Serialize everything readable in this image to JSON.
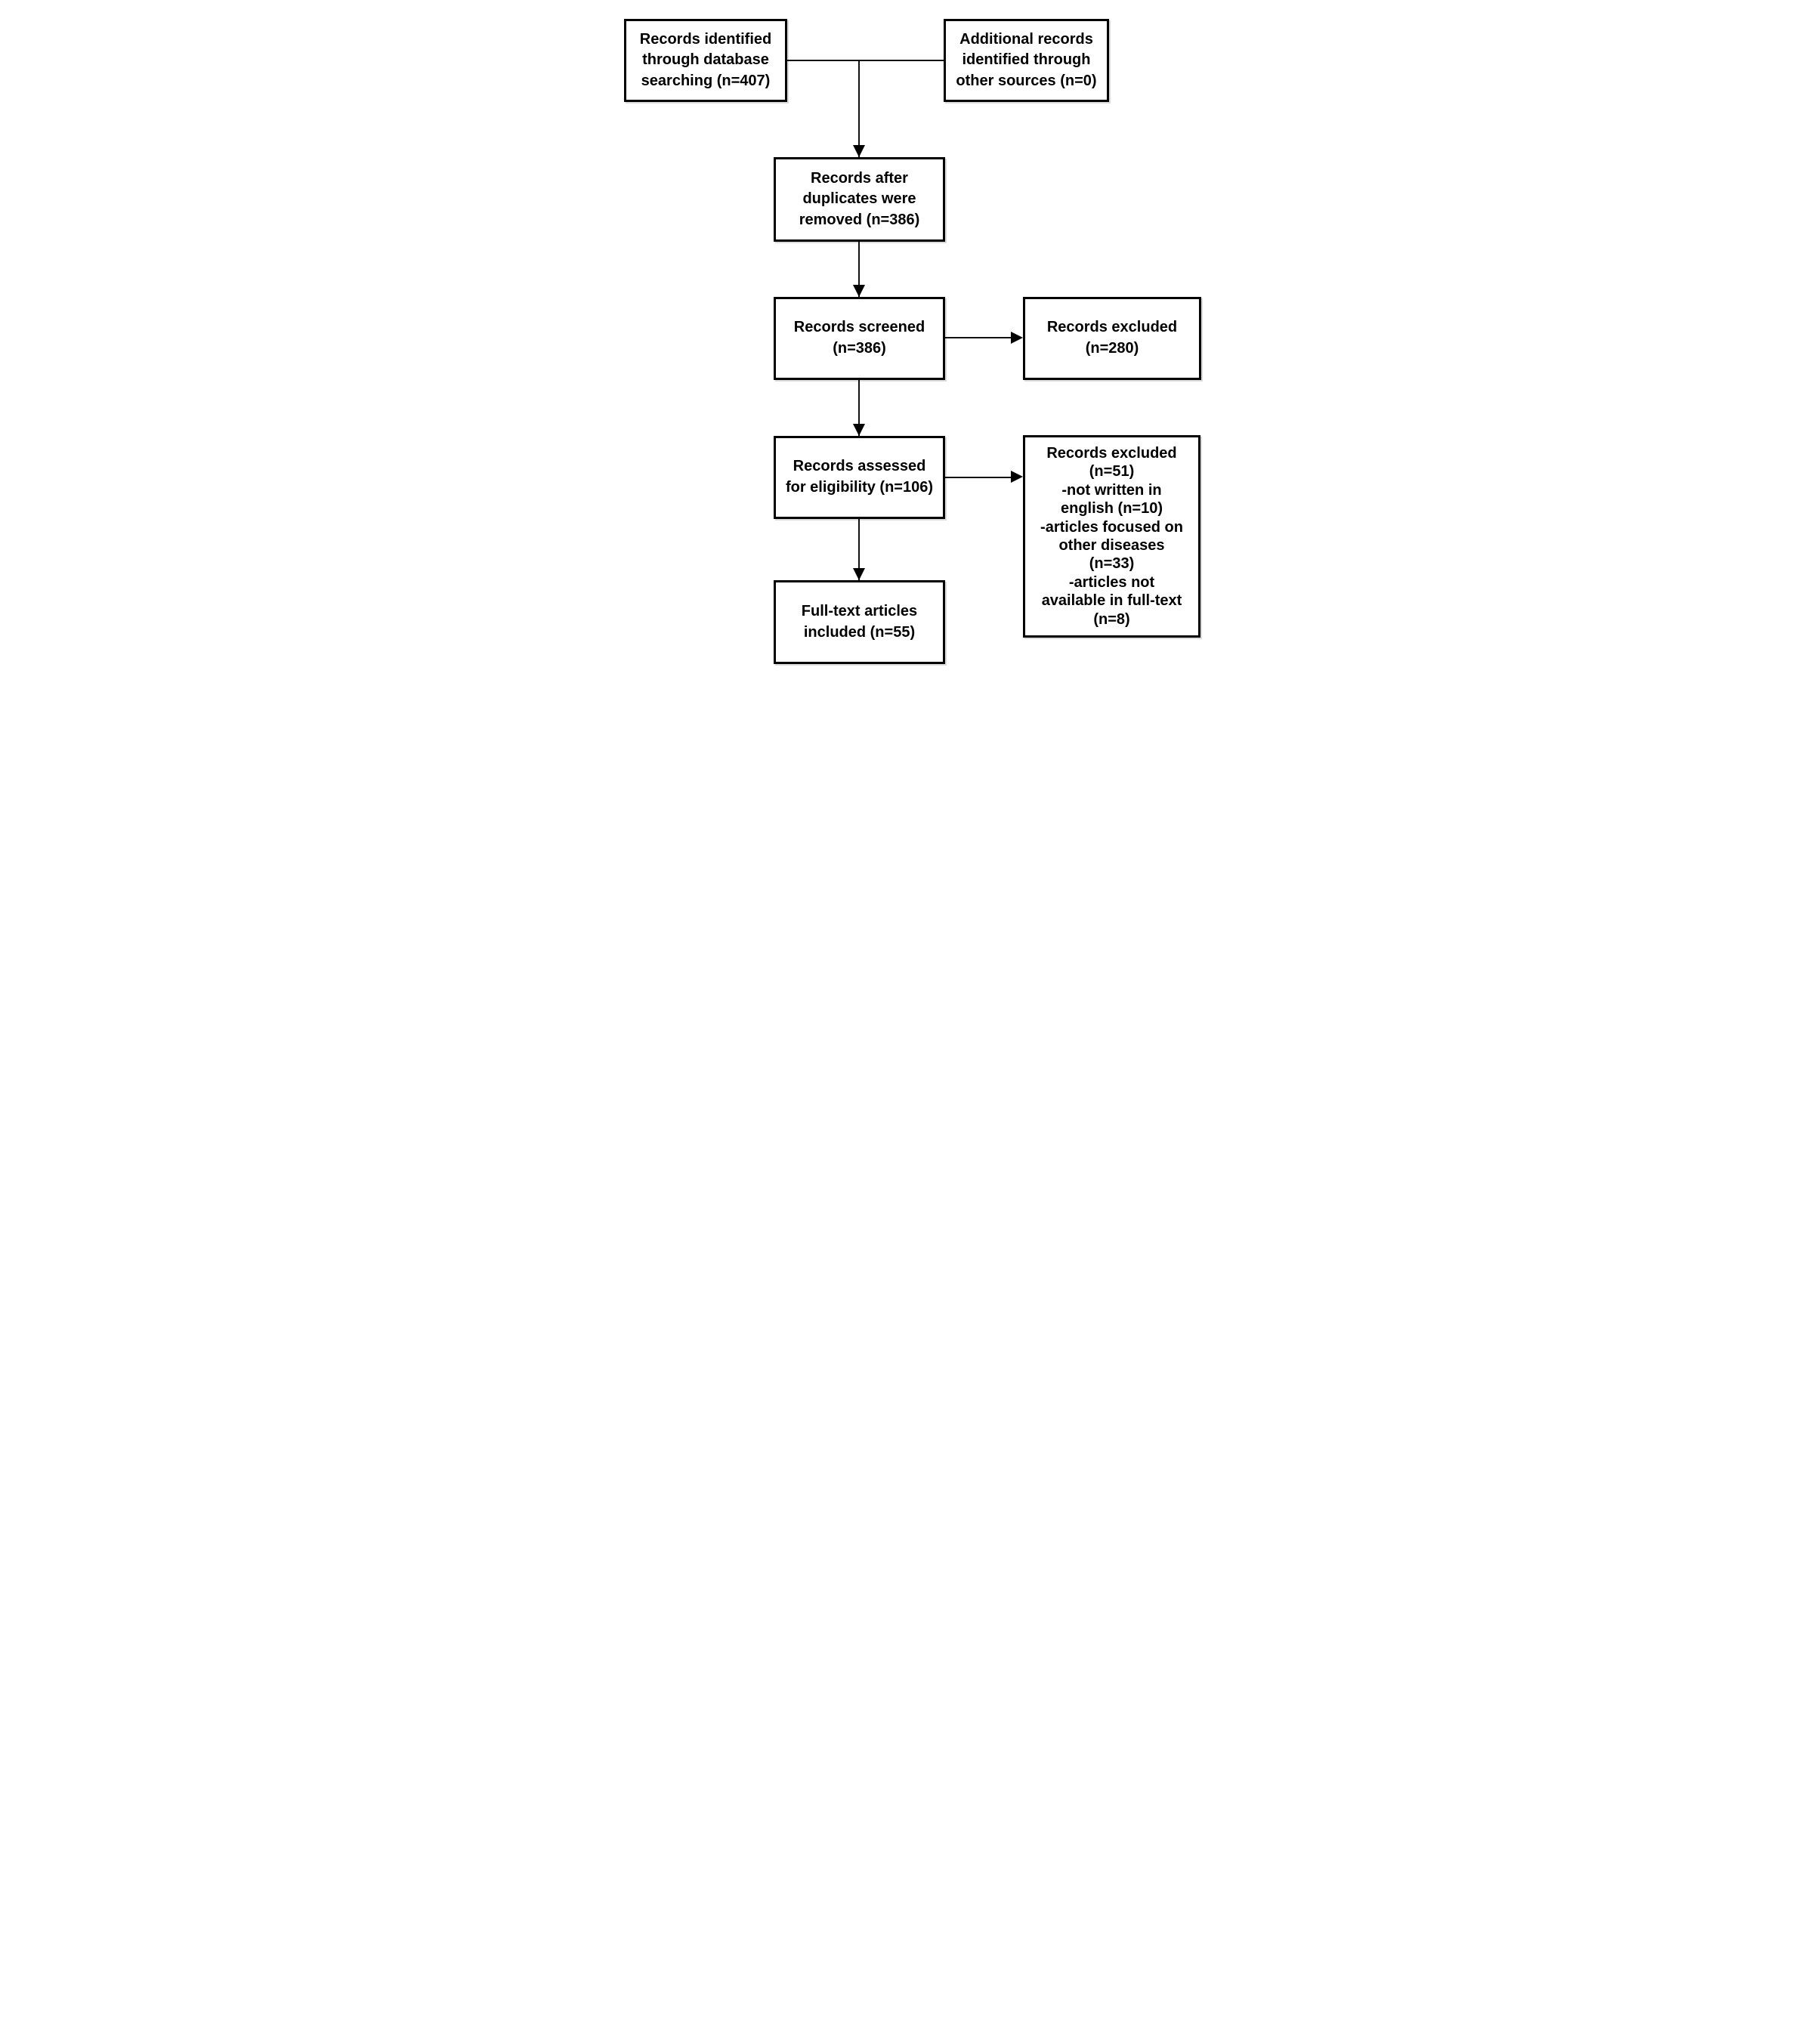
{
  "figure": {
    "type": "flowchart",
    "background_color": "#ffffff",
    "box_border_color": "#000000",
    "text_color": "#000000",
    "boxes": [
      {
        "id": "records-identified",
        "label": "Records identified\nthrough database\nsearching (n=407)",
        "n": 407
      },
      {
        "id": "additional-records",
        "label": "Additional records\nidentified through\nother sources (n=0)",
        "n": 0
      },
      {
        "id": "duplicates-removed",
        "label": "Records after\nduplicates were\nremoved (n=386)",
        "n": 386
      },
      {
        "id": "records-screened",
        "label": "Records screened\n(n=386)",
        "n": 386
      },
      {
        "id": "records-excluded-screening",
        "label": "Records excluded\n(n=280)",
        "n": 280
      },
      {
        "id": "records-assessed",
        "label": "Records assessed\nfor eligibility (n=106)",
        "n": 106
      },
      {
        "id": "records-excluded-eligibility",
        "label": "Records excluded\n(n=51)\n-not written in\nenglish (n=10)\n-articles focused on\nother diseases\n(n=33)\n-articles not\navailable in full-text\n(n=8)",
        "n": 51,
        "reasons": [
          {
            "label": "not written in english",
            "n": 10
          },
          {
            "label": "articles focused on other diseases",
            "n": 33
          },
          {
            "label": "articles not available in full-text",
            "n": 8
          }
        ]
      },
      {
        "id": "full-text-included",
        "label": "Full-text articles\nincluded (n=55)",
        "n": 55
      }
    ]
  }
}
